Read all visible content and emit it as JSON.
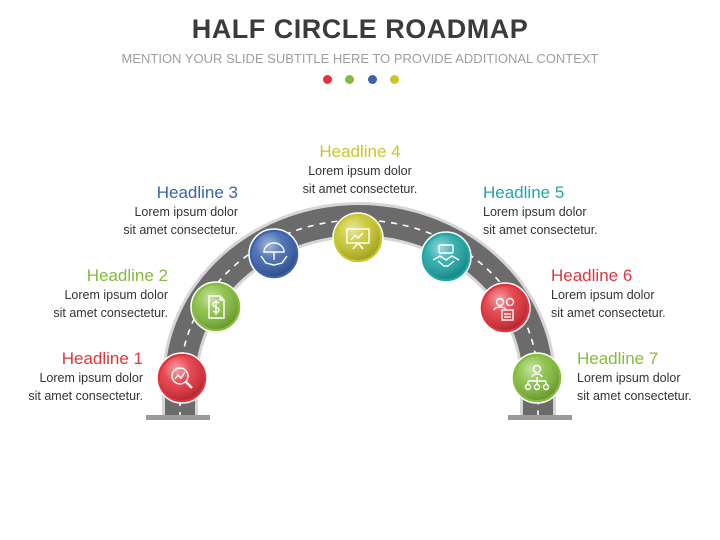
{
  "title": "HALF CIRCLE ROADMAP",
  "subtitle": "MENTION YOUR SLIDE SUBTITLE HERE TO PROVIDE ADDITIONAL CONTEXT",
  "colors": {
    "red": "#e2323c",
    "green": "#84bc3b",
    "blue": "#3a63ae",
    "yellow": "#c7c62a",
    "teal": "#1fa7a6",
    "road": "#6b6b6b",
    "road_edge": "#d4d4d4"
  },
  "decor_dots": [
    "#e2323c",
    "#84bc3b",
    "#3a63ae",
    "#c7c62a"
  ],
  "milestones": [
    {
      "headline": "Headline 1",
      "line1": "Lorem ipsum dolor",
      "line2": "sit amet consectetur.",
      "color": "#e2323c",
      "icon": "magnifier-chart-icon"
    },
    {
      "headline": "Headline 2",
      "line1": "Lorem ipsum dolor",
      "line2": "sit amet consectetur.",
      "color": "#84bc3b",
      "icon": "dollar-document-icon"
    },
    {
      "headline": "Headline 3",
      "line1": "Lorem ipsum dolor",
      "line2": "sit amet consectetur.",
      "color": "#3a63ae",
      "icon": "umbrella-hands-icon"
    },
    {
      "headline": "Headline 4",
      "line1": "Lorem ipsum dolor",
      "line2": "sit amet consectetur.",
      "color": "#c7c62a",
      "icon": "presentation-board-icon"
    },
    {
      "headline": "Headline 5",
      "line1": "Lorem ipsum dolor",
      "line2": "sit amet consectetur.",
      "color": "#1fa7a6",
      "icon": "handshake-icon"
    },
    {
      "headline": "Headline 6",
      "line1": "Lorem ipsum dolor",
      "line2": "sit amet consectetur.",
      "color": "#e2323c",
      "icon": "user-document-icon"
    },
    {
      "headline": "Headline 7",
      "line1": "Lorem ipsum dolor",
      "line2": "sit amet consectetur.",
      "color": "#84bc3b",
      "icon": "org-hierarchy-icon"
    }
  ]
}
